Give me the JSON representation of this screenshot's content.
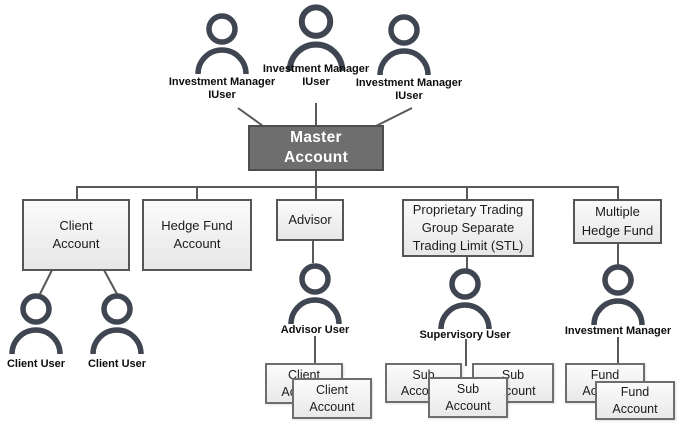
{
  "diagram": {
    "master": {
      "label": "Master Account"
    },
    "top_users": [
      {
        "label": "Investment Manager IUser"
      },
      {
        "label": "Investment Manager IUser"
      },
      {
        "label": "Investment Manager IUser"
      }
    ],
    "branches": {
      "client": {
        "label": "Client Account",
        "users": [
          {
            "label": "Client User"
          },
          {
            "label": "Client User"
          }
        ]
      },
      "hedge_fund": {
        "label": "Hedge Fund Account"
      },
      "advisor": {
        "label": "Advisor",
        "user": {
          "label": "Advisor User"
        },
        "accounts": [
          {
            "label": "Client Account"
          },
          {
            "label": "Client Account"
          }
        ]
      },
      "proprietary": {
        "label": "Proprietary Trading Group Separate Trading Limit (STL)",
        "user": {
          "label": "Supervisory User"
        },
        "accounts": [
          {
            "label": "Sub Account"
          },
          {
            "label": "Sub Account"
          },
          {
            "label": "Sub Account"
          }
        ]
      },
      "multiple_hedge_fund": {
        "label": "Multiple Hedge Fund",
        "user": {
          "label": "Investment Manager"
        },
        "accounts": [
          {
            "label": "Fund Account"
          },
          {
            "label": "Fund Account"
          }
        ]
      }
    },
    "colors": {
      "icon": "#3f4651",
      "line": "#595959",
      "master_fill": "#6e6e6e",
      "master_border": "#4d4d4d",
      "box_border": "#565656"
    }
  }
}
